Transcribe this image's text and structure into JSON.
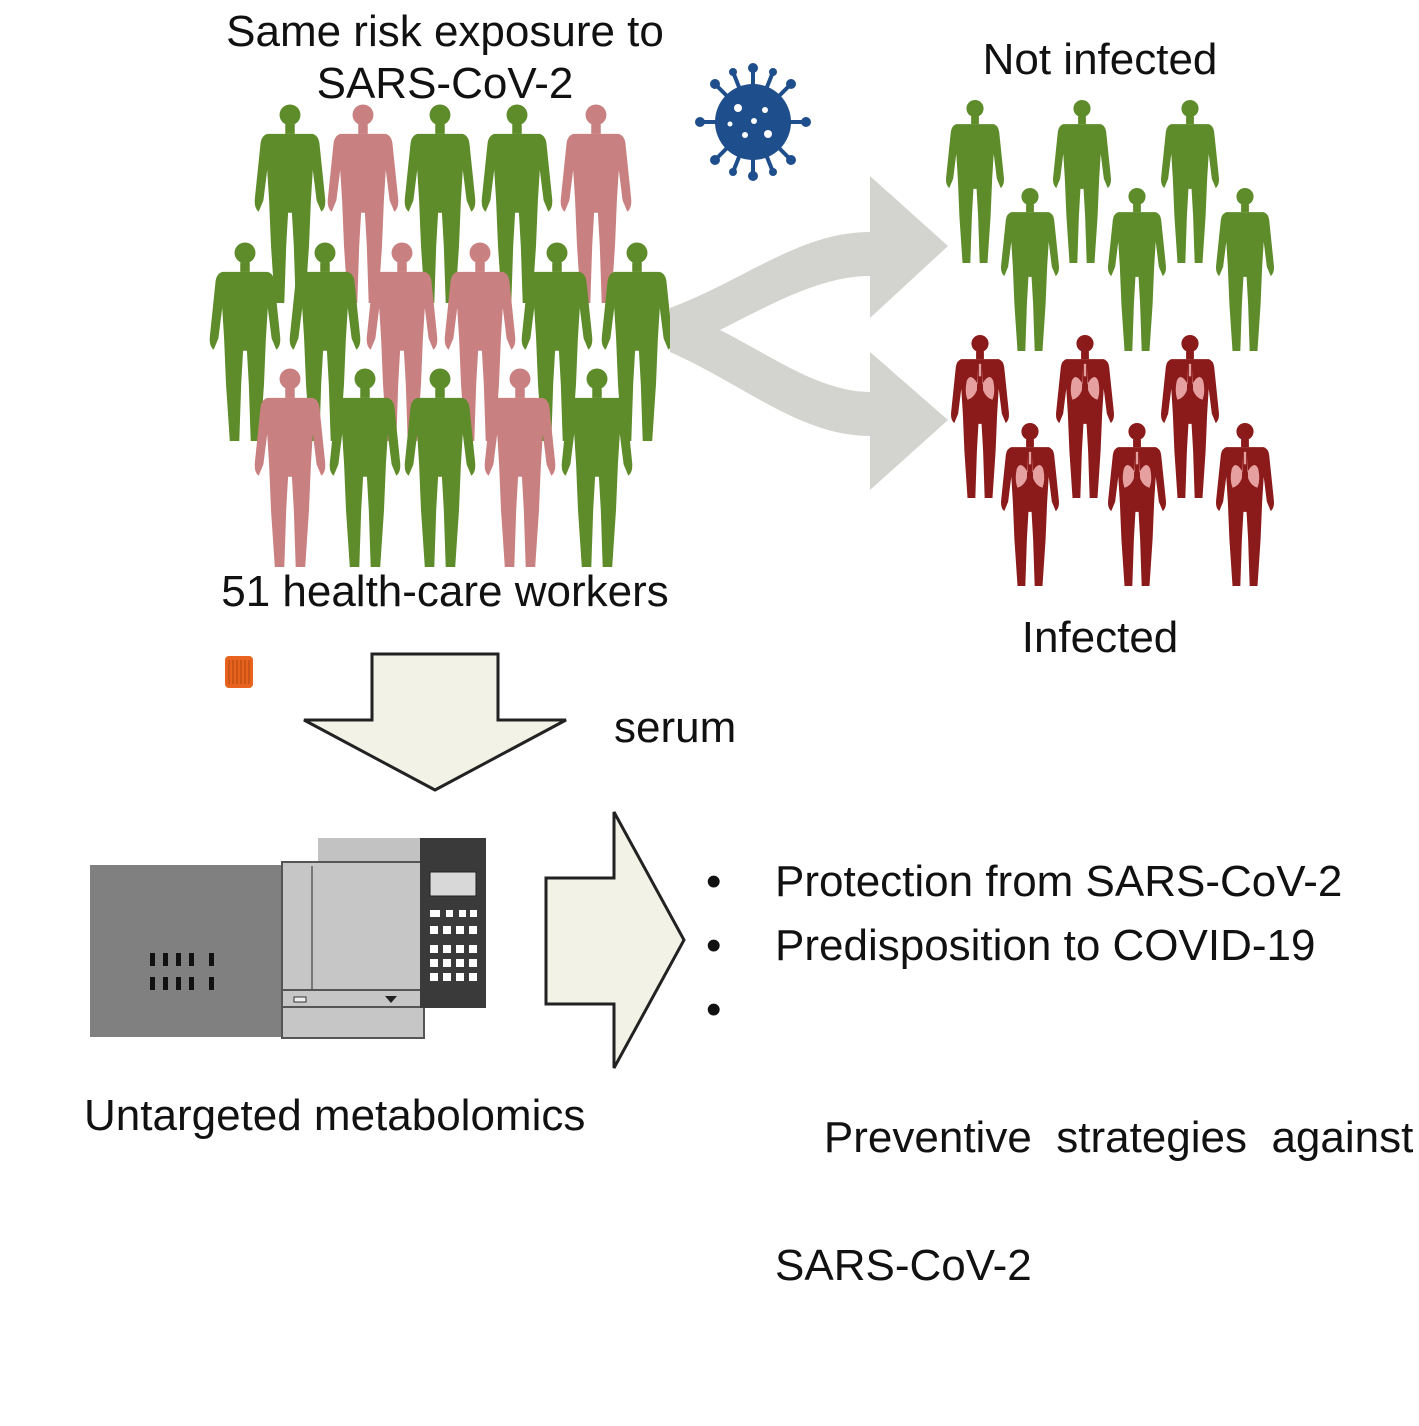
{
  "exposure_title": [
    "Same risk exposure to",
    "SARS-CoV-2"
  ],
  "cohort_label": "51 health-care workers",
  "not_infected_label": "Not infected",
  "infected_label": "Infected",
  "serum_label": "serum",
  "method_label": "Untargeted metabolomics",
  "outcomes": [
    {
      "text": "Protection from SARS-CoV-2"
    },
    {
      "text": "Predisposition to COVID-19"
    },
    {
      "text": "Preventive  strategies  against",
      "continuation": "SARS-CoV-2"
    }
  ],
  "colors": {
    "not_infected": "#5e8c2a",
    "infected_group": "#c98080",
    "infected": "#8b1a1a",
    "virus": "#1f4e8c",
    "arrow_grey": "#d3d3cf",
    "arrow_beige": "#f2f2e6",
    "tube": "#e8641e"
  },
  "icons": [
    "virus-icon",
    "serum-tube-icon",
    "mass-spectrometer-icon"
  ]
}
